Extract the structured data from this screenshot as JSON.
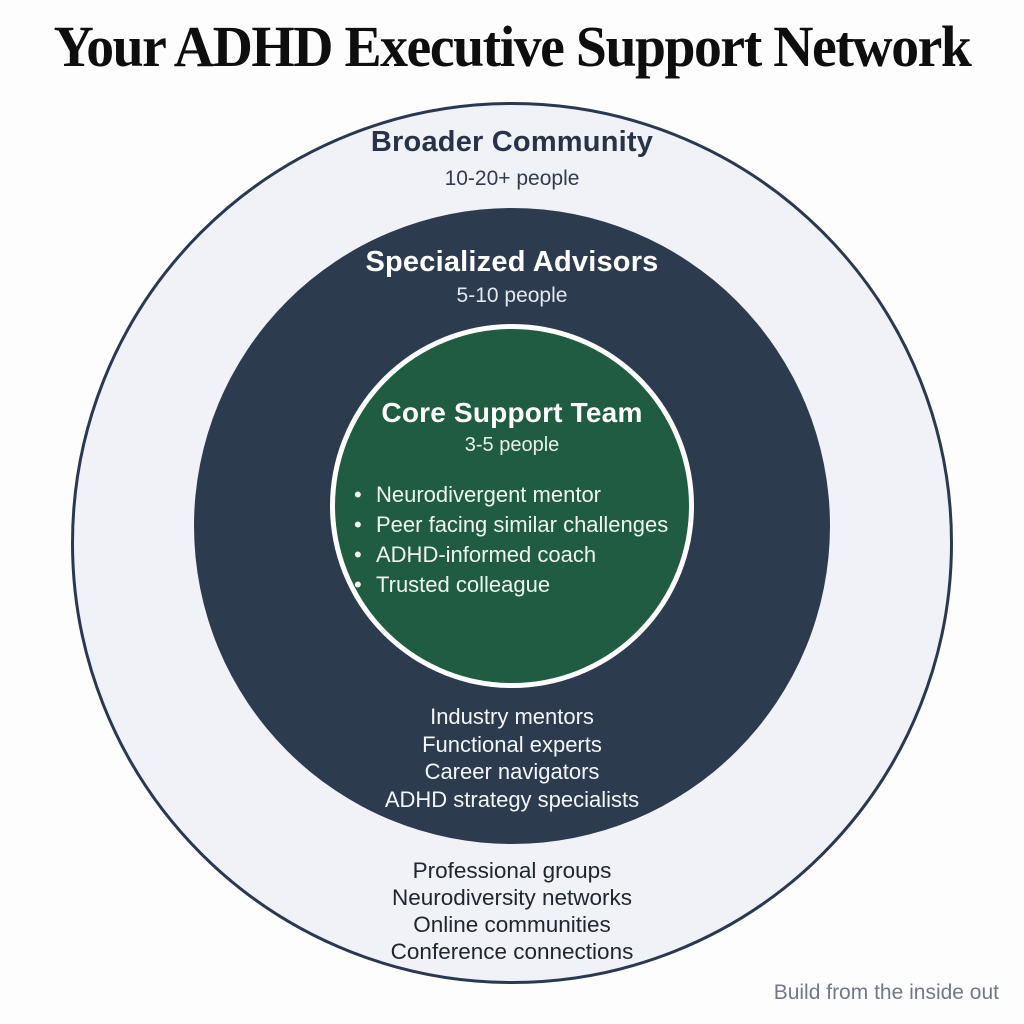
{
  "title": "Your ADHD Executive Support Network",
  "footer": "Build from the inside out",
  "rings": {
    "outer": {
      "label": "Broader Community",
      "size": "10-20+ people",
      "items": [
        "Professional groups",
        "Neurodiversity networks",
        "Online communities",
        "Conference connections"
      ]
    },
    "middle": {
      "label": "Specialized Advisors",
      "size": "5-10 people",
      "items": [
        "Industry mentors",
        "Functional experts",
        "Career navigators",
        "ADHD strategy specialists"
      ]
    },
    "core": {
      "label": "Core Support Team",
      "size": "3-5 people",
      "items": [
        "Neurodivergent mentor",
        "Peer facing similar challenges",
        "ADHD-informed coach",
        "Trusted colleague"
      ]
    }
  },
  "colors": {
    "page_background": "#fdfdfe",
    "outer_ring_fill": "#f0f2f7",
    "outer_ring_border": "#2b3950",
    "middle_ring_fill": "#2d3b4f",
    "core_fill": "#1f5c41",
    "core_border": "#ffffff",
    "title_text": "#0e0e0e",
    "footer_text": "#707a87"
  }
}
